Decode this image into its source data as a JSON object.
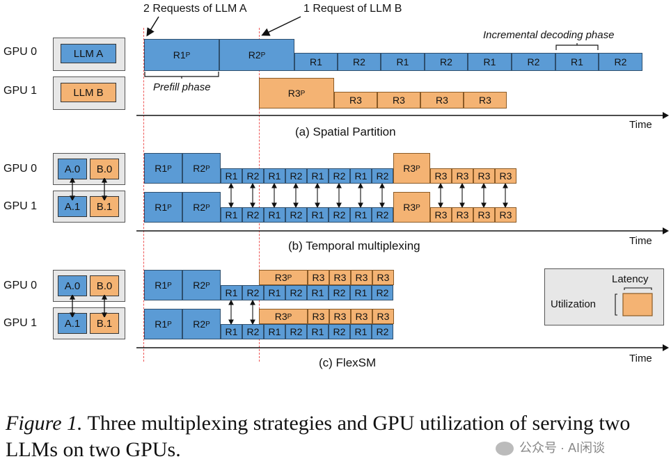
{
  "annotations": {
    "req_a": "2 Requests of LLM A",
    "req_b": "1 Request of LLM B",
    "incremental": "Incremental decoding phase",
    "prefill": "Prefill phase"
  },
  "gpu_labels": [
    "GPU 0",
    "GPU 1"
  ],
  "chips": {
    "llm_a": "LLM A",
    "llm_b": "LLM B",
    "a0": "A.0",
    "b0": "B.0",
    "a1": "A.1",
    "b1": "B.1"
  },
  "blocks": {
    "r1p": "R1",
    "r2p": "R2",
    "r3p": "R3",
    "p": "P",
    "r1": "R1",
    "r2": "R2",
    "r3": "R3"
  },
  "captions": {
    "a": "(a) Spatial Partition",
    "b": "(b) Temporal multiplexing",
    "c": "(c) FlexSM"
  },
  "time_label": "Time",
  "legend": {
    "latency": "Latency",
    "utilization": "Utilization"
  },
  "figure_caption": {
    "prefix": "Figure 1.",
    "text": "Three multiplexing strategies and GPU utilization of serving two LLMs on two GPUs."
  },
  "watermark": "公众号 · AI闲谈",
  "colors": {
    "llm_a": "#5b9bd5",
    "llm_b": "#f4b373",
    "red_line": "#e55555"
  }
}
